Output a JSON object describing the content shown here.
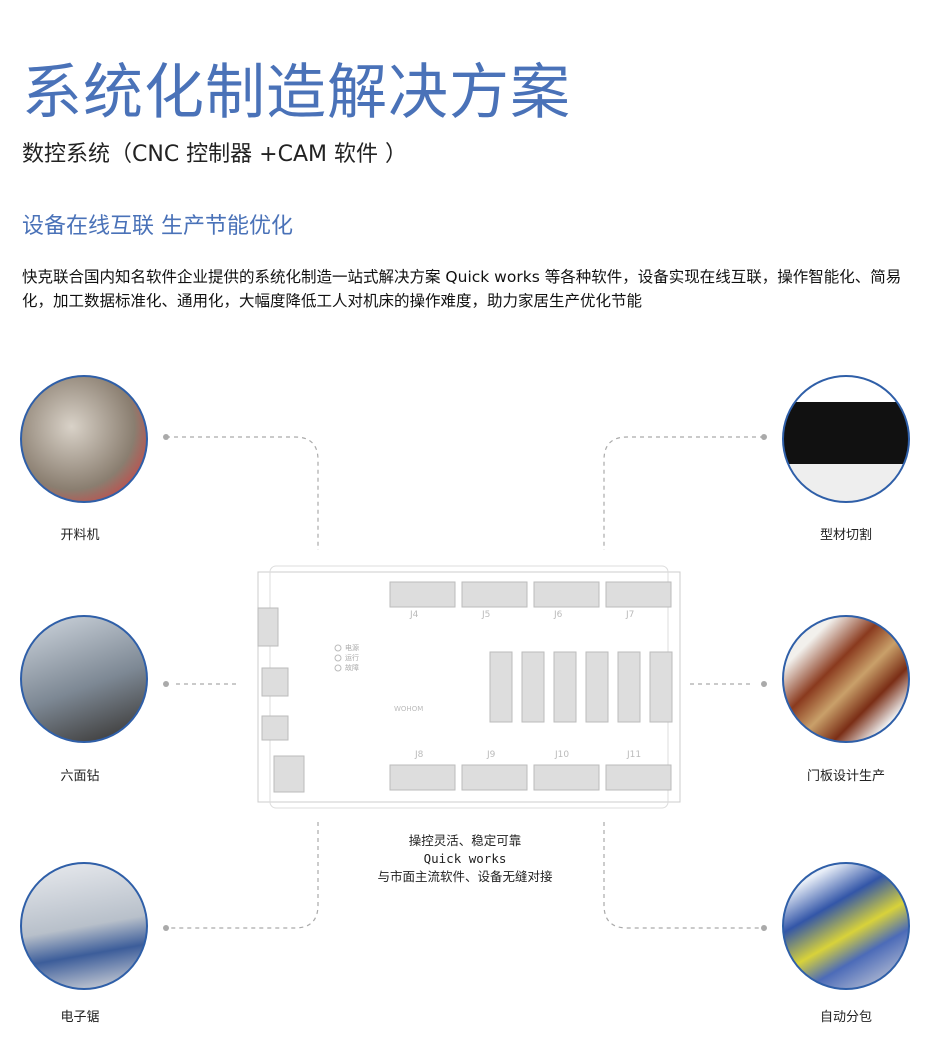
{
  "title": "系统化制造解决方案",
  "subtitle": "数控系统（CNC 控制器 +CAM 软件 ）",
  "slogan": "设备在线互联 生产节能优化",
  "description": "快克联合国内知名软件企业提供的系统化制造一站式解决方案 Quick works 等各种软件，设备实现在线互联，操作智能化、简易化，加工数据标准化、通用化，大幅度降低工人对机床的操作难度，助力家居生产优化节能",
  "left_items": [
    {
      "label": "开料机"
    },
    {
      "label": "六面钻"
    },
    {
      "label": "电子锯"
    }
  ],
  "right_items": [
    {
      "label": "型材切割"
    },
    {
      "label": "门板设计生产"
    },
    {
      "label": "自动分包"
    }
  ],
  "board": {
    "connectors_top": [
      "J4",
      "J5",
      "J6",
      "J7"
    ],
    "connectors_bottom": [
      "J8",
      "J9",
      "J10",
      "J11"
    ],
    "leds": [
      "电源",
      "运行",
      "故障"
    ],
    "brand": "WOHOM"
  },
  "caption": {
    "line1": "操控灵活、稳定可靠",
    "line2": "Quick works",
    "line3": "与市面主流软件、设备无缝对接"
  },
  "colors": {
    "accent": "#4a72b8",
    "ring": "#2f5fa8"
  }
}
